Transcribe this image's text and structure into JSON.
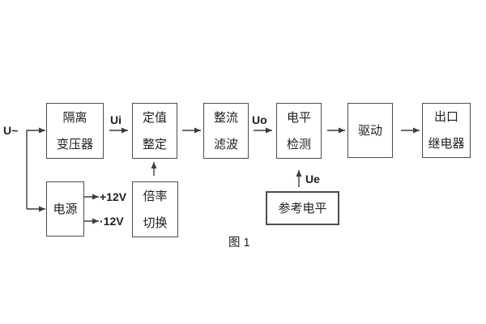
{
  "diagram": {
    "caption": "图 1",
    "source_label": "U~",
    "signals": {
      "ui": "Ui",
      "uo": "Uo",
      "ue": "Ue"
    },
    "power_rails": {
      "positive": "+12V",
      "negative": "·12V"
    },
    "blocks": [
      {
        "id": "isolation-transformer",
        "lines": [
          "隔离",
          "变压器"
        ]
      },
      {
        "id": "setting-adjust",
        "lines": [
          "定值",
          "整定"
        ]
      },
      {
        "id": "rectifier-filter",
        "lines": [
          "整流",
          "滤波"
        ]
      },
      {
        "id": "level-detection",
        "lines": [
          "电平",
          "检测"
        ]
      },
      {
        "id": "drive",
        "lines": [
          "驱动"
        ]
      },
      {
        "id": "output-relay",
        "lines": [
          "出口",
          "继电器"
        ]
      },
      {
        "id": "power-supply",
        "lines": [
          "电源"
        ]
      },
      {
        "id": "ratio-switching",
        "lines": [
          "倍率",
          "切换"
        ]
      },
      {
        "id": "reference-level",
        "lines": [
          "参考电平"
        ]
      }
    ]
  },
  "colors": {
    "background": "#ffffff",
    "line": "#3d3d3d",
    "box_border": "#4d4d4d",
    "text": "#1f1f1f"
  }
}
